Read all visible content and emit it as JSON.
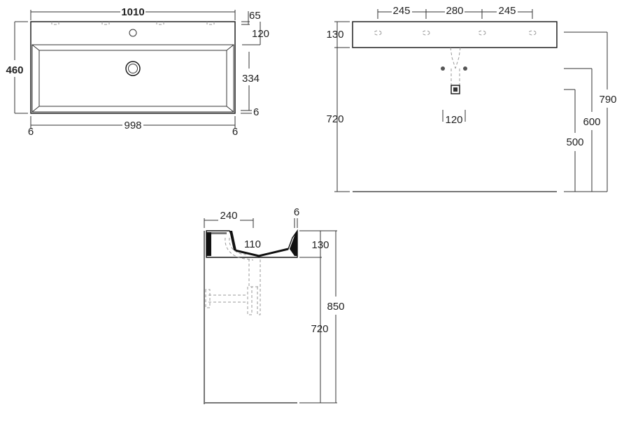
{
  "colors": {
    "line": "#111111",
    "dimension": "#333333",
    "hidden": "#9a9a9a",
    "wall": "#777777"
  },
  "top_view": {
    "overall_width": "1010",
    "overall_depth": "460",
    "inner_width": "998",
    "rim_left": "6",
    "rim_right": "6",
    "rim_bottom": "6",
    "back_edge": "65",
    "deck_depth": "120",
    "bowl_depth": "334"
  },
  "front_view": {
    "hole_spacing_left": "245",
    "hole_spacing_middle": "280",
    "hole_spacing_right": "245",
    "basin_height": "130",
    "mount_height": "720",
    "overall_height": "790",
    "tap_height": "600",
    "drain_height": "500",
    "waste_spacing": "120"
  },
  "side_view": {
    "depth": "240",
    "rim_thickness": "6",
    "bowl_offset": "110",
    "basin_height": "130",
    "overall_height": "850",
    "mount_height": "720"
  }
}
